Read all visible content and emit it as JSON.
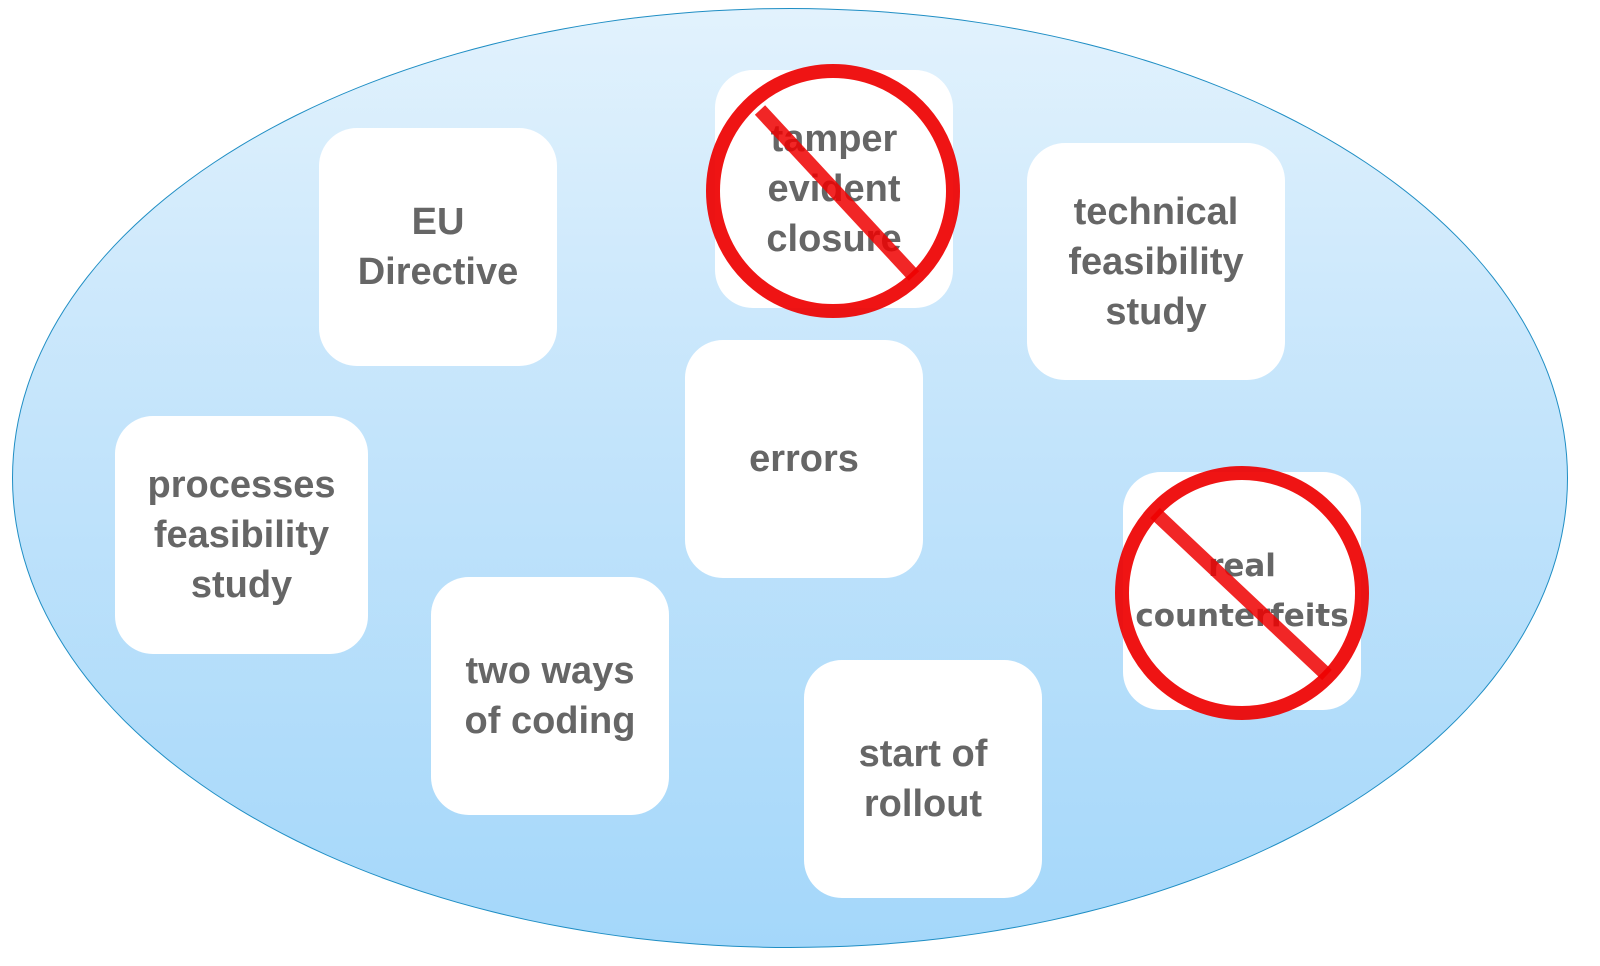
{
  "cards": {
    "eu_directive": "EU\nDirective",
    "tamper_evident": "tamper\nevident\nclosure",
    "technical_feasibility": "technical\nfeasibility\nstudy",
    "errors": "errors",
    "processes_feasibility": "processes\nfeasibility\nstudy",
    "two_ways": "two ways\nof coding",
    "start_rollout": "start of\nrollout",
    "real_counterfeits": "real\ncounterfeits"
  },
  "colors": {
    "ellipse_outline": "#1f8ec4",
    "ellipse_top": "#e2f2fd",
    "ellipse_bottom": "#a4d7fa",
    "card_text": "#666666",
    "no_sign": "#ee0000"
  },
  "crossed_out": [
    "tamper_evident",
    "real_counterfeits"
  ]
}
